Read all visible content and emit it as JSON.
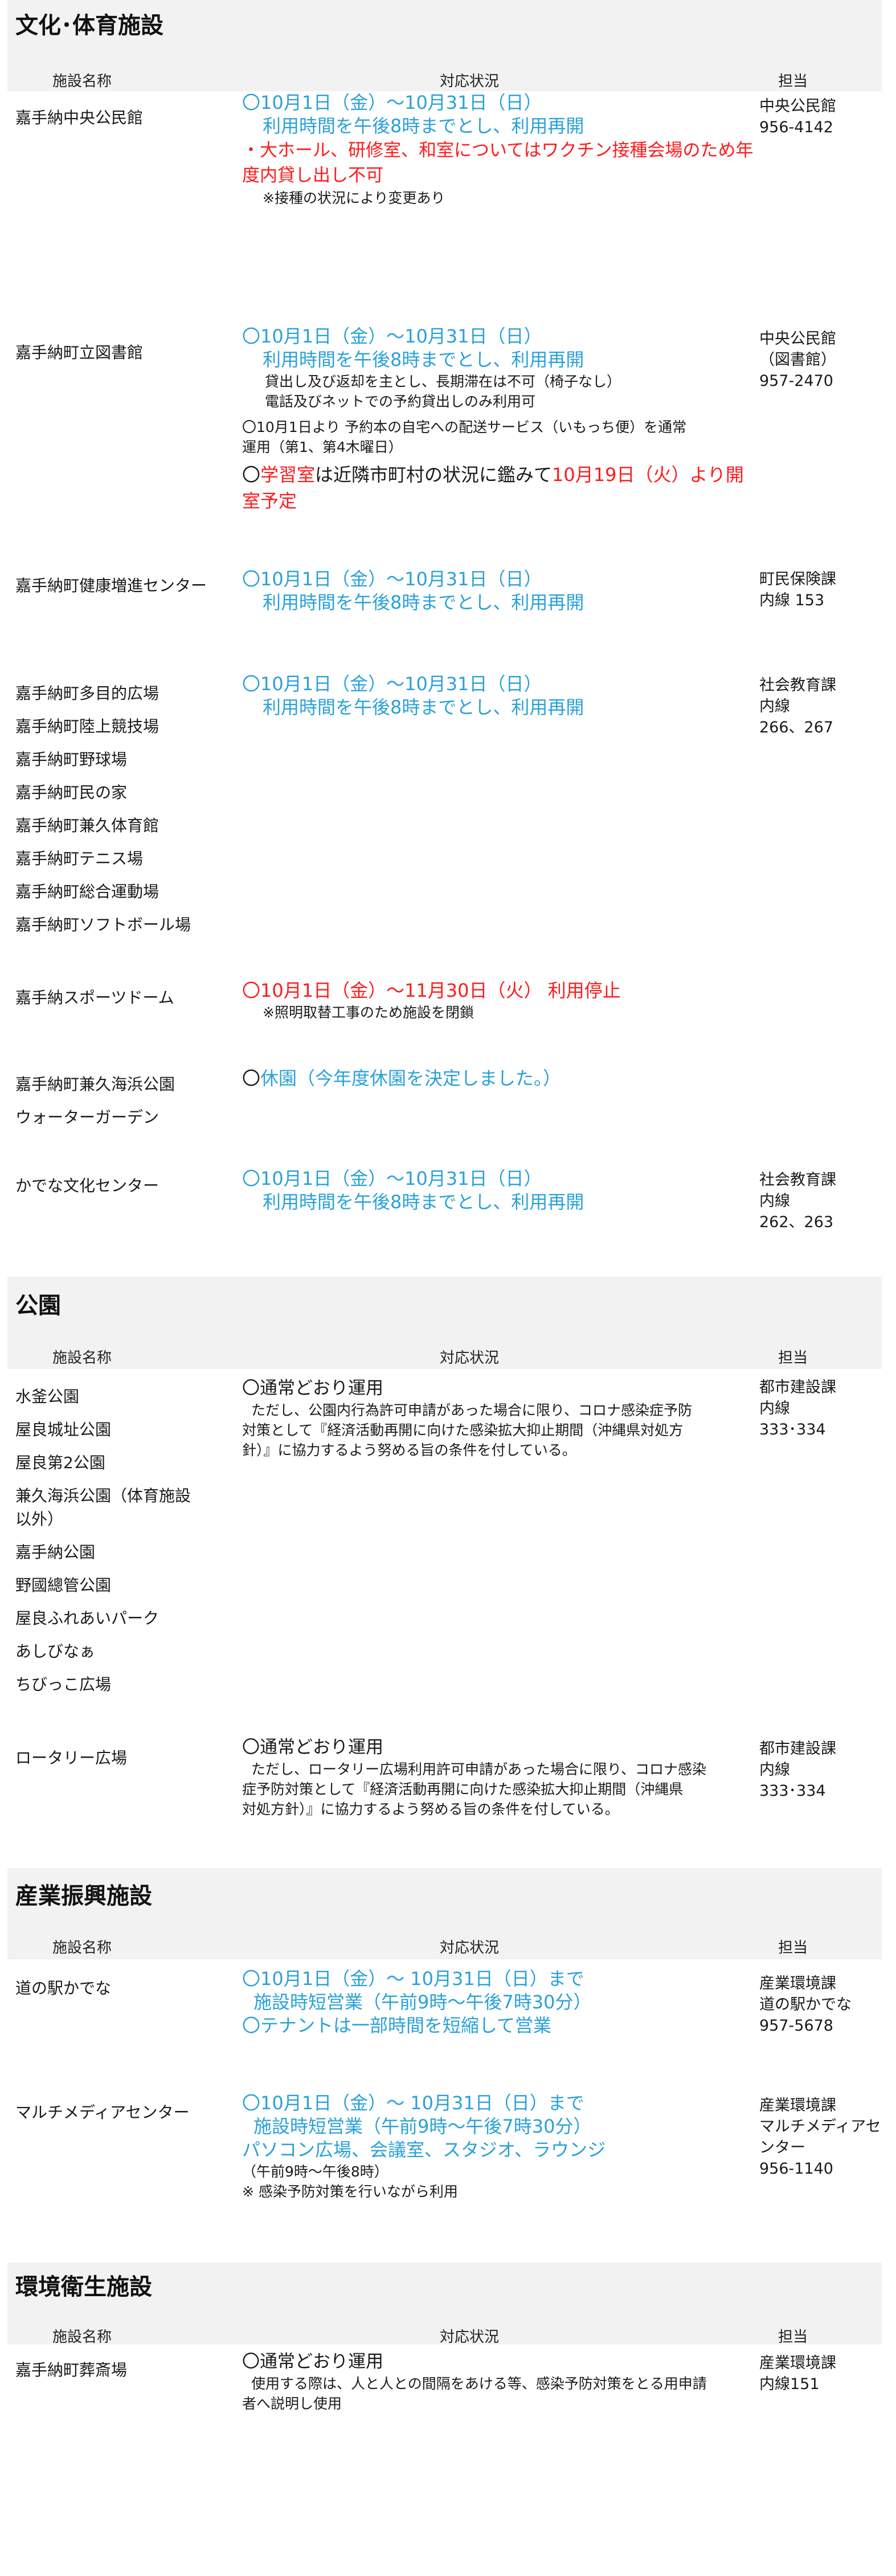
{
  "headers": {
    "name": "施設名称",
    "status": "対応状況",
    "contact": "担当"
  },
  "culture": {
    "title": "文化･体育施設",
    "rows": [
      {
        "name": "嘉手納中央公民館",
        "l1": "〇10月1日（金）～10月31日（日）",
        "l2": "利用時間を午後8時までとし、利用再開",
        "l3": "・大ホール、研修室、和室についてはワクチン接種会場のため年",
        "l4": "度内貸し出し不可",
        "l5": "※接種の状況により変更あり",
        "c1": "中央公民館",
        "c2": "956-4142"
      },
      {
        "name": "嘉手納町立図書館",
        "l1": "〇10月1日（金）～10月31日（日）",
        "l2": "利用時間を午後8時までとし、利用再開",
        "l3": "貸出し及び返却を主とし、長期滞在は不可（椅子なし）",
        "l4": "電話及びネットでの予約貸出しのみ利用可",
        "l5": "〇10月1日より 予約本の自宅への配送サービス（いもっち便）を通常",
        "l6": "運用（第1、第4木曜日）",
        "l7a": "〇",
        "l7b": "学習室",
        "l7c": "は近隣市町村の状況に鑑みて",
        "l7d": "10月19日（火）より開",
        "l8": "室予定",
        "c1": "中央公民館",
        "c2": "（図書館）",
        "c3": "957-2470"
      },
      {
        "name": "嘉手納町健康増進センター",
        "l1": "〇10月1日（金）～10月31日（日）",
        "l2": "利用時間を午後8時までとし、利用再開",
        "c1": "町民保険課",
        "c2": "内線 153"
      },
      {
        "names": [
          "嘉手納町多目的広場",
          "嘉手納町陸上競技場",
          "嘉手納町野球場",
          "嘉手納町民の家",
          "嘉手納町兼久体育館",
          "嘉手納町テニス場",
          "嘉手納町総合運動場",
          "嘉手納町ソフトボール場"
        ],
        "l1": "〇10月1日（金）～10月31日（日）",
        "l2": "利用時間を午後8時までとし、利用再開",
        "c1": "社会教育課",
        "c2": "内線",
        "c3": "266、267"
      },
      {
        "name": "嘉手納スポーツドーム",
        "l1": "〇10月1日（金）～11月30日（火） 利用停止",
        "l2": "※照明取替工事のため施設を閉鎖"
      },
      {
        "names": [
          "嘉手納町兼久海浜公園",
          "ウォーターガーデン"
        ],
        "l1a": "〇",
        "l1b": "休園（今年度休園を決定しました。）"
      },
      {
        "name": "かでな文化センター",
        "l1": "〇10月1日（金）～10月31日（日）",
        "l2": "利用時間を午後8時までとし、利用再開",
        "c1": "社会教育課",
        "c2": "内線",
        "c3": "262、263"
      }
    ]
  },
  "parks": {
    "title": "公園",
    "rows": [
      {
        "names": [
          "水釜公園",
          "屋良城址公園",
          "屋良第2公園",
          "兼久海浜公園（体育施設",
          "以外）",
          "嘉手納公園",
          "野國總管公園",
          "屋良ふれあいパーク",
          "あしびなぁ",
          "ちびっこ広場"
        ],
        "l1": "〇通常どおり運用",
        "l2": "ただし、公園内行為許可申請があった場合に限り、コロナ感染症予防",
        "l3": "対策として『経済活動再開に向けた感染拡大抑止期間（沖縄県対処方",
        "l4": "針）』に協力するよう努める旨の条件を付している。",
        "c1": "都市建設課",
        "c2": "内線",
        "c3": "333･334"
      },
      {
        "name": "ロータリー広場",
        "l1": "〇通常どおり運用",
        "l2": "ただし、ロータリー広場利用許可申請があった場合に限り、コロナ感染",
        "l3": "症予防対策として『経済活動再開に向けた感染拡大抑止期間（沖縄県",
        "l4": "対処方針）』に協力するよう努める旨の条件を付している。",
        "c1": "都市建設課",
        "c2": "内線",
        "c3": "333･334"
      }
    ]
  },
  "industry": {
    "title": "産業振興施設",
    "rows": [
      {
        "name": "道の駅かでな",
        "l1": "〇10月1日（金）～ 10月31日（日）まで",
        "l2": "施設時短営業（午前9時～午後7時30分）",
        "l3": "〇テナントは一部時間を短縮して営業",
        "c1": "産業環境課",
        "c2": "道の駅かでな",
        "c3": "957-5678"
      },
      {
        "name": "マルチメディアセンター",
        "l1": "〇10月1日（金）～ 10月31日（日）まで",
        "l2": "施設時短営業（午前9時～午後7時30分）",
        "l3": "パソコン広場、会議室、スタジオ、ラウンジ",
        "l4": "（午前9時～午後8時）",
        "l5": "※ 感染予防対策を行いながら利用",
        "c1": "産業環境課",
        "c2": "マルチメディアセ",
        "c3": "ンター",
        "c4": "956-1140"
      }
    ]
  },
  "sanitation": {
    "title": "環境衛生施設",
    "rows": [
      {
        "name": "嘉手納町葬斎場",
        "l1": "〇通常どおり運用",
        "l2": "使用する際は、人と人との間隔をあける等、感染予防対策をとる用申請",
        "l3": "者へ説明し使用",
        "c1": "産業環境課",
        "c2": "内線151"
      }
    ]
  }
}
